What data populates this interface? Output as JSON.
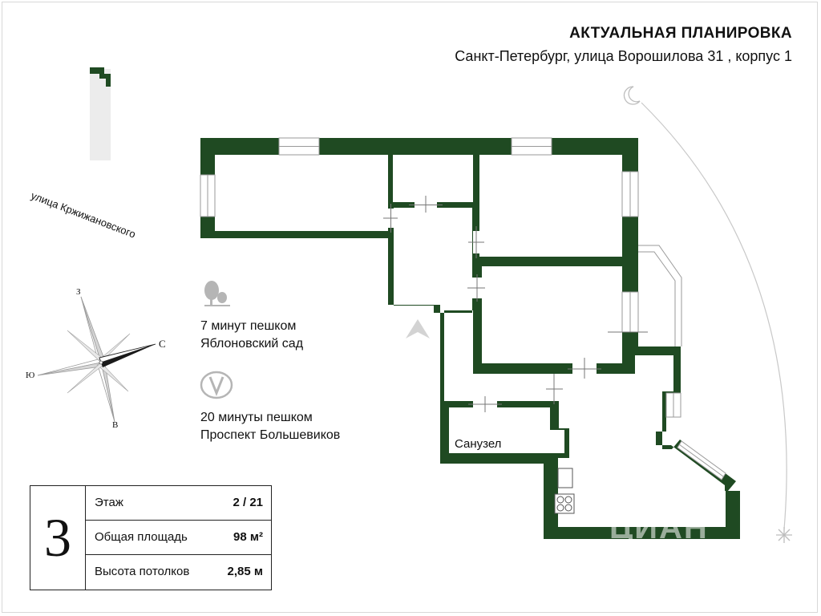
{
  "header": {
    "title": "АКТУАЛЬНАЯ ПЛАНИРОВКА",
    "address": "Санкт-Петербург, улица Ворошилова 31 , корпус 1"
  },
  "street_label": "улица Кржижановского",
  "poi": [
    {
      "icon": "tree-icon",
      "line1": "7 минут пешком",
      "line2": "Яблоновский сад"
    },
    {
      "icon": "metro-icon",
      "line1": "20 минуты пешком",
      "line2": "Проспект Большевиков"
    }
  ],
  "compass": {
    "north": "З",
    "east": "С",
    "south": "В",
    "west": "Ю"
  },
  "room_labels": {
    "bathroom": "Санузел"
  },
  "info": {
    "rooms": "3",
    "floor_label": "Этаж",
    "floor_value": "2 / 21",
    "area_label": "Общая площадь",
    "area_value": "98 м²",
    "ceiling_label": "Высота потолков",
    "ceiling_value": "2,85 м"
  },
  "watermark": "ЦИАН",
  "colors": {
    "wall": "#1f4a22",
    "text": "#111111",
    "light": "#cccccc"
  }
}
